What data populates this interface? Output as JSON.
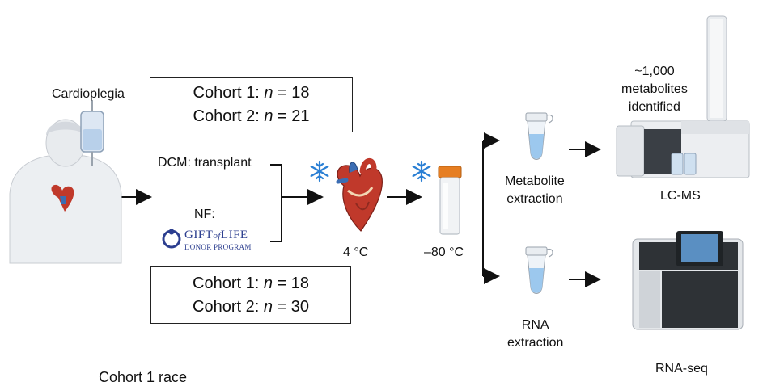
{
  "source_label": "Cardioplegia",
  "cohorts_top": {
    "c1_label": "Cohort 1: ",
    "c1_n": "n",
    "c1_eq": " = 18",
    "c2_label": "Cohort 2: ",
    "c2_n": "n",
    "c2_eq": " = 21"
  },
  "cohorts_bottom": {
    "c1_label": "Cohort 1: ",
    "c1_n": "n",
    "c1_eq": " = 18",
    "c2_label": "Cohort 2: ",
    "c2_n": "n",
    "c2_eq": " = 30"
  },
  "dcm_label": "DCM: transplant",
  "nf_label": "NF:",
  "gift_of_life": {
    "line1": "GIFT",
    "of": "of",
    "line1b": "LIFE",
    "line2": "DONOR PROGRAM"
  },
  "heart_temp": "4 °C",
  "freezer_temp": "–80 °C",
  "metabolite_extraction": {
    "line1": "Metabolite",
    "line2": "extraction"
  },
  "rna_extraction": {
    "line1": "RNA",
    "line2": "extraction"
  },
  "metabolites_identified": {
    "line1": "~1,000",
    "line2": "metabolites",
    "line3": "identified"
  },
  "lcms_label": "LC-MS",
  "rnaseq_label": "RNA-seq",
  "cut_off_text": "Cohort 1 race",
  "colors": {
    "snowflake": "#2a7fd4",
    "tube_cap": "#e67e22",
    "heart_red": "#c0392b",
    "heart_blue": "#3b6db3",
    "gol_blue": "#2c3e8f"
  }
}
